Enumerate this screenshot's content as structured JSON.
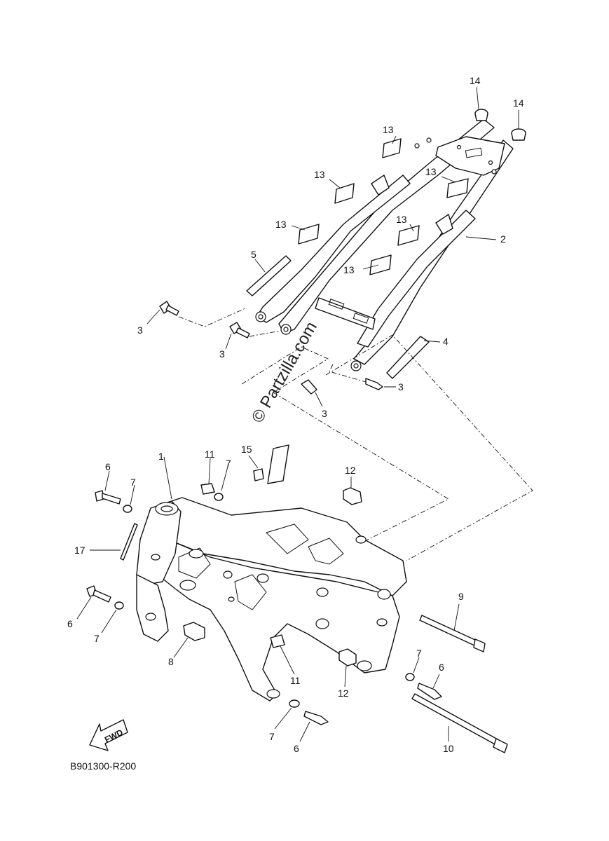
{
  "diagram": {
    "callouts": [
      {
        "id": "c14a",
        "label": "14"
      },
      {
        "id": "c14b",
        "label": "14"
      },
      {
        "id": "c13a",
        "label": "13"
      },
      {
        "id": "c13b",
        "label": "13"
      },
      {
        "id": "c13c",
        "label": "13"
      },
      {
        "id": "c13d",
        "label": "13"
      },
      {
        "id": "c13e",
        "label": "13"
      },
      {
        "id": "c13f",
        "label": "13"
      },
      {
        "id": "c2",
        "label": "2"
      },
      {
        "id": "c5",
        "label": "5"
      },
      {
        "id": "c4",
        "label": "4"
      },
      {
        "id": "c3a",
        "label": "3"
      },
      {
        "id": "c3b",
        "label": "3"
      },
      {
        "id": "c3c",
        "label": "3"
      },
      {
        "id": "c3d",
        "label": "3"
      },
      {
        "id": "c1",
        "label": "1"
      },
      {
        "id": "c11a",
        "label": "11"
      },
      {
        "id": "c7a",
        "label": "7"
      },
      {
        "id": "c15",
        "label": "15"
      },
      {
        "id": "c12a",
        "label": "12"
      },
      {
        "id": "c6a",
        "label": "6"
      },
      {
        "id": "c7b",
        "label": "7"
      },
      {
        "id": "c17",
        "label": "17"
      },
      {
        "id": "c6b",
        "label": "6"
      },
      {
        "id": "c7c",
        "label": "7"
      },
      {
        "id": "c8",
        "label": "8"
      },
      {
        "id": "c9",
        "label": "9"
      },
      {
        "id": "c11b",
        "label": "11"
      },
      {
        "id": "c12b",
        "label": "12"
      },
      {
        "id": "c7d",
        "label": "7"
      },
      {
        "id": "c6c",
        "label": "6"
      },
      {
        "id": "c10",
        "label": "10"
      },
      {
        "id": "c7e",
        "label": "7"
      },
      {
        "id": "c6d",
        "label": "6"
      }
    ],
    "watermark": "© Partzilla.com",
    "fwd_label": "FWD",
    "diagram_code": "B901300-R200"
  }
}
